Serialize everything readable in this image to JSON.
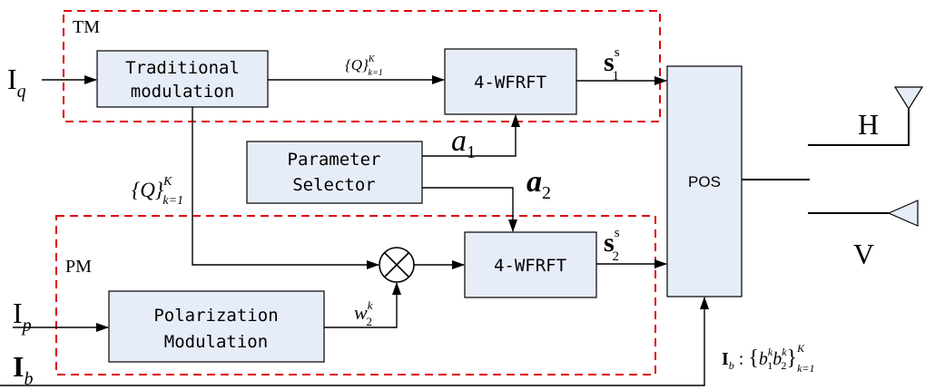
{
  "colors": {
    "block_fill": "#e6edf8",
    "block_stroke": "#000000",
    "dashed_frame": "#e00000",
    "line": "#000000"
  },
  "regions": {
    "tm_label": "TM",
    "pm_label": "PM"
  },
  "blocks": {
    "traditional_modulation": [
      "Traditional",
      "modulation"
    ],
    "wfrft_top": "4-WFRFT",
    "parameter_selector": [
      "Parameter",
      "Selector"
    ],
    "wfrft_bottom": "4-WFRFT",
    "polarization_modulation": [
      "Polarization",
      "Modulation"
    ],
    "pos": "POS"
  },
  "inputs": {
    "iq": {
      "base": "I",
      "sub": "q"
    },
    "ip": {
      "base": "I",
      "sub": "p"
    },
    "ib": {
      "base": "I",
      "sub": "b"
    }
  },
  "signal_labels": {
    "q_top": {
      "base": "{Q}",
      "sup": "K",
      "sub": "k=1"
    },
    "q_left": {
      "base": "{Q}",
      "sup": "K",
      "sub": "k=1"
    },
    "s1": {
      "base": "s",
      "sup": "s",
      "sub": "1"
    },
    "s2": {
      "base": "s",
      "sup": "s",
      "sub": "2"
    },
    "a1": {
      "base": "a",
      "sub": "1"
    },
    "a2": {
      "base": "a",
      "sub": "2"
    },
    "w2": {
      "base": "w",
      "sup": "k",
      "sub": "2"
    },
    "ib_bits": {
      "prefix": "I",
      "prefix_sub": "b",
      "colon": " : ",
      "open": "{",
      "b": "b",
      "b1_sup": "k",
      "b1_sub": "1",
      "b2_sup": "k",
      "b2_sub": "2",
      "close": "}",
      "sup": "K",
      "sub": "k=1"
    }
  },
  "antennas": {
    "h_label": "H",
    "v_label": "V",
    "h_icon": "horizontal-antenna-icon",
    "v_icon": "vertical-antenna-icon"
  },
  "icons": {
    "multiplier": "multiplier-icon"
  }
}
